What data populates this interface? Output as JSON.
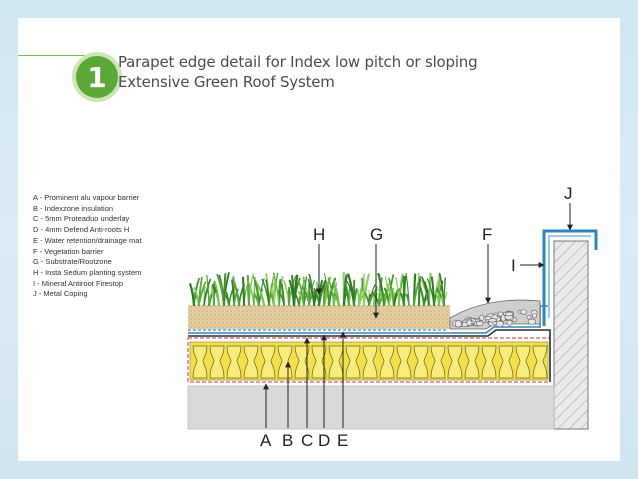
{
  "badge": {
    "number": "1"
  },
  "title": {
    "line1": "Parapet edge detail for Index low pitch or sloping",
    "line2": "Extensive Green Roof System"
  },
  "legend": [
    "A - Prominent alu vapour barrier",
    "B - Indexzone insulation",
    "C - 5mm Proteaduo underlay",
    "D - 4mm Defend Anti-roots H",
    "E - Water retention/drainage mat",
    "F - Vegetation barrier",
    "G - Substrate/Rootzone",
    "H - Insta Sedum planting system",
    "I - Mineral Antiroot Firestop",
    "J - Metal Coping"
  ],
  "labels": {
    "A": "A",
    "B": "B",
    "C": "C",
    "D": "D",
    "E": "E",
    "F": "F",
    "G": "G",
    "H": "H",
    "I": "I",
    "J": "J"
  },
  "colors": {
    "accent": "#5aa838",
    "insulation": "#f2e14a",
    "substrate": "#e6d3a9",
    "deck": "#d9d9d9",
    "wall": "#e5e5e5"
  }
}
